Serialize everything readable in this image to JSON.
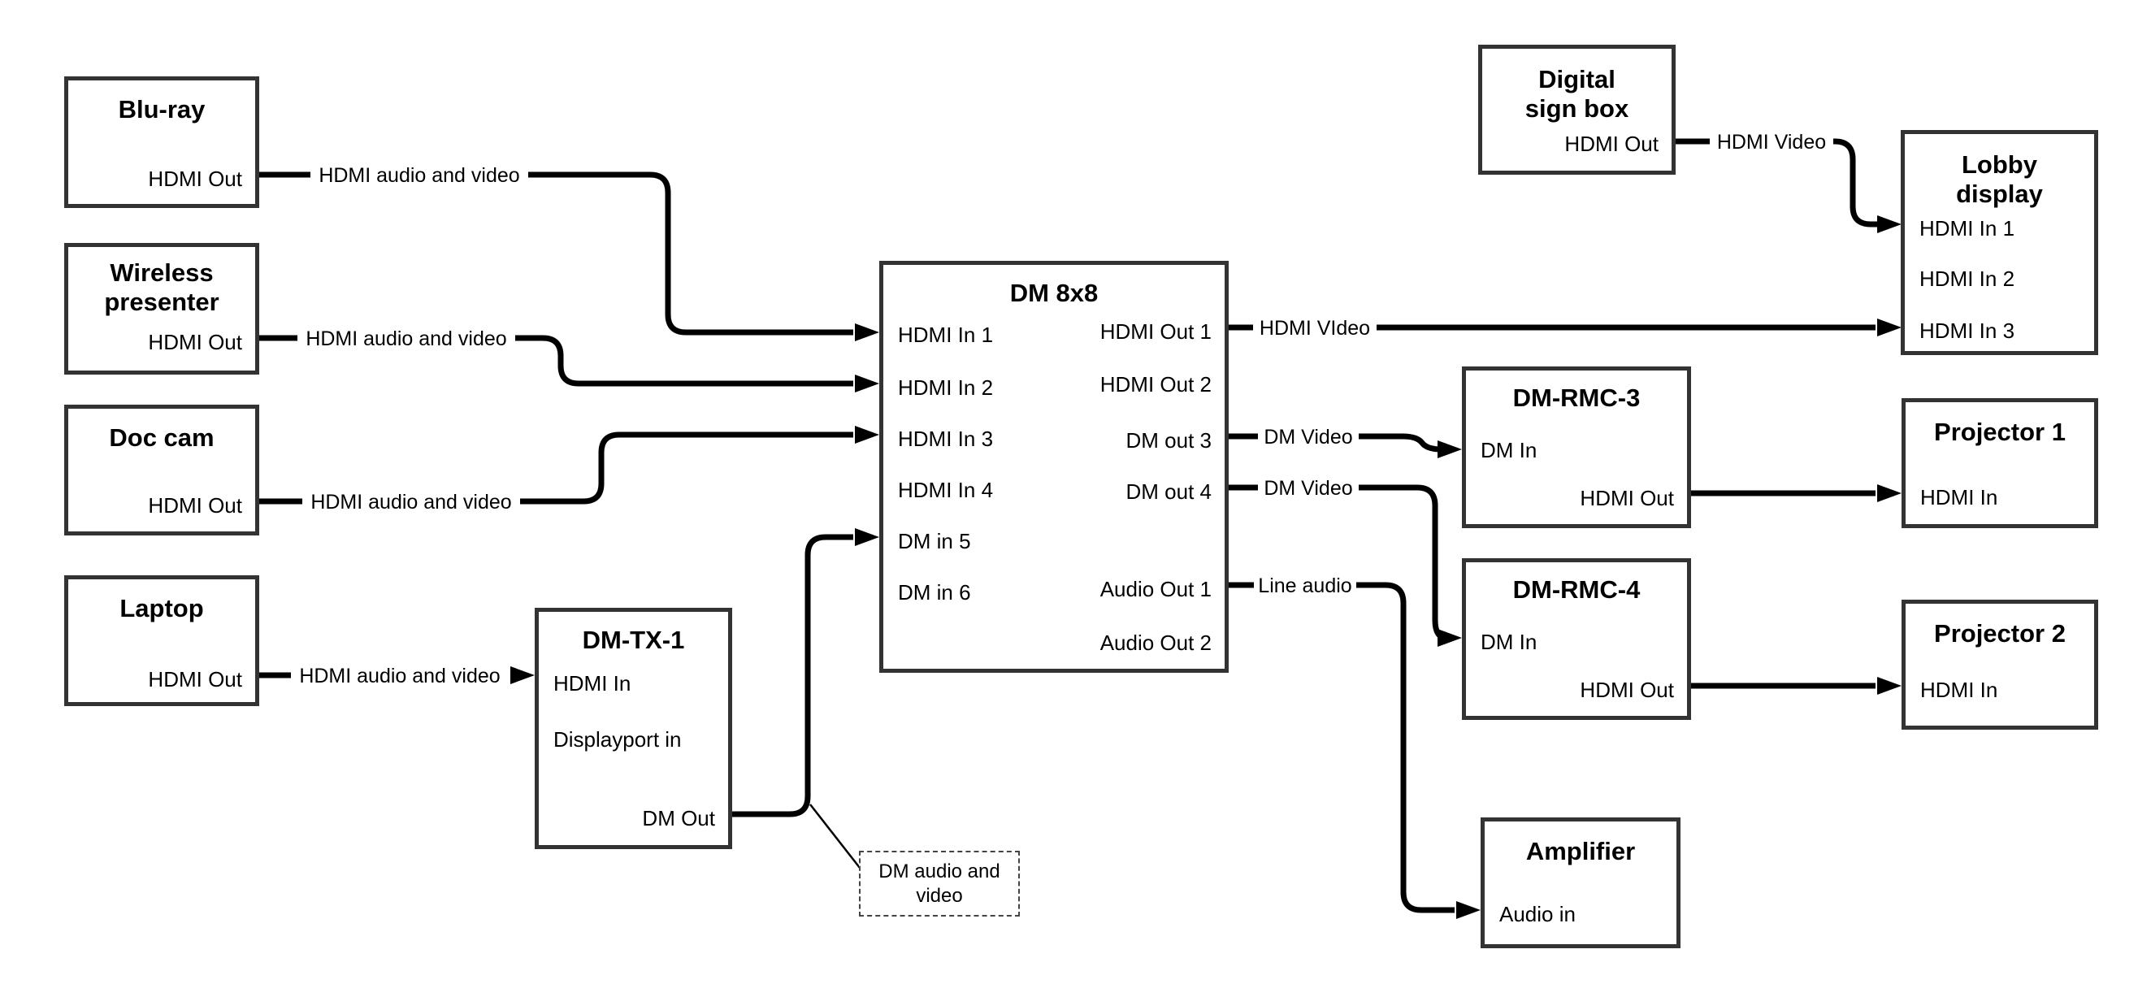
{
  "diagram_type": "av-signal-flow-diagram",
  "colors": {
    "background": "#ffffff",
    "box_border": "#333333",
    "wire": "#000000",
    "text": "#000000",
    "annotation_border": "#444444"
  },
  "boxes": {
    "blu_ray": {
      "title": "Blu-ray",
      "ports": [
        {
          "label": "HDMI Out"
        }
      ]
    },
    "wireless_presenter": {
      "title": "Wireless presenter",
      "ports": [
        {
          "label": "HDMI Out"
        }
      ]
    },
    "doc_cam": {
      "title": "Doc cam",
      "ports": [
        {
          "label": "HDMI Out"
        }
      ]
    },
    "laptop": {
      "title": "Laptop",
      "ports": [
        {
          "label": "HDMI Out"
        }
      ]
    },
    "dm_tx_1": {
      "title": "DM-TX-1",
      "ports": [
        {
          "label": "HDMI In"
        },
        {
          "label": "Displayport in"
        },
        {
          "label": "DM Out"
        }
      ]
    },
    "dm_8x8": {
      "title": "DM 8x8",
      "ports_left": [
        {
          "label": "HDMI In 1"
        },
        {
          "label": "HDMI In 2"
        },
        {
          "label": "HDMI In 3"
        },
        {
          "label": "HDMI In 4"
        },
        {
          "label": "DM in 5"
        },
        {
          "label": "DM in 6"
        }
      ],
      "ports_right": [
        {
          "label": "HDMI Out 1"
        },
        {
          "label": "HDMI Out 2"
        },
        {
          "label": "DM out 3"
        },
        {
          "label": "DM out 4"
        },
        {
          "label": "Audio Out 1"
        },
        {
          "label": "Audio Out 2"
        }
      ]
    },
    "digital_sign_box": {
      "title": "Digital sign box",
      "ports": [
        {
          "label": "HDMI Out"
        }
      ]
    },
    "lobby_display": {
      "title": "Lobby display",
      "ports": [
        {
          "label": "HDMI In 1"
        },
        {
          "label": "HDMI In 2"
        },
        {
          "label": "HDMI In 3"
        }
      ]
    },
    "dm_rmc_3": {
      "title": "DM-RMC-3",
      "ports": [
        {
          "label": "DM In"
        },
        {
          "label": "HDMI Out"
        }
      ]
    },
    "projector_1": {
      "title": "Projector 1",
      "ports": [
        {
          "label": "HDMI In"
        }
      ]
    },
    "dm_rmc_4": {
      "title": "DM-RMC-4",
      "ports": [
        {
          "label": "DM In"
        },
        {
          "label": "HDMI Out"
        }
      ]
    },
    "projector_2": {
      "title": "Projector 2",
      "ports": [
        {
          "label": "HDMI In"
        }
      ]
    },
    "amplifier": {
      "title": "Amplifier",
      "ports": [
        {
          "label": "Audio in"
        }
      ]
    }
  },
  "wire_labels": {
    "bluray_feed": "HDMI audio and video",
    "wireless_feed": "HDMI audio and video",
    "doccam_feed": "HDMI audio and video",
    "laptop_feed": "HDMI audio and video",
    "hdmi_out1_feed": "HDMI VIdeo",
    "digital_sign_feed": "HDMI Video",
    "dm_out3_feed": "DM Video",
    "dm_out4_feed": "DM Video",
    "audio_out1_feed": "Line audio"
  },
  "annotation": {
    "text": "DM audio and video"
  },
  "connections": [
    {
      "from": "Blu-ray",
      "from_port": "HDMI Out",
      "to": "DM 8x8",
      "to_port": "HDMI In 1",
      "label": "HDMI audio and video"
    },
    {
      "from": "Wireless presenter",
      "from_port": "HDMI Out",
      "to": "DM 8x8",
      "to_port": "HDMI In 2",
      "label": "HDMI audio and video"
    },
    {
      "from": "Doc cam",
      "from_port": "HDMI Out",
      "to": "DM 8x8",
      "to_port": "HDMI In 3",
      "label": "HDMI audio and video"
    },
    {
      "from": "Laptop",
      "from_port": "HDMI Out",
      "to": "DM-TX-1",
      "to_port": "HDMI In",
      "label": "HDMI audio and video"
    },
    {
      "from": "DM-TX-1",
      "from_port": "DM Out",
      "to": "DM 8x8",
      "to_port": "DM in 5",
      "label": "DM audio and video"
    },
    {
      "from": "DM 8x8",
      "from_port": "HDMI Out 1",
      "to": "Lobby display",
      "to_port": "HDMI In 3",
      "label": "HDMI VIdeo"
    },
    {
      "from": "Digital sign box",
      "from_port": "HDMI Out",
      "to": "Lobby display",
      "to_port": "HDMI In 1",
      "label": "HDMI Video"
    },
    {
      "from": "DM 8x8",
      "from_port": "DM out 3",
      "to": "DM-RMC-3",
      "to_port": "DM In",
      "label": "DM Video"
    },
    {
      "from": "DM 8x8",
      "from_port": "DM out 4",
      "to": "DM-RMC-4",
      "to_port": "DM In",
      "label": "DM Video"
    },
    {
      "from": "DM 8x8",
      "from_port": "Audio Out 1",
      "to": "Amplifier",
      "to_port": "Audio in",
      "label": "Line audio"
    },
    {
      "from": "DM-RMC-3",
      "from_port": "HDMI Out",
      "to": "Projector 1",
      "to_port": "HDMI In",
      "label": ""
    },
    {
      "from": "DM-RMC-4",
      "from_port": "HDMI Out",
      "to": "Projector 2",
      "to_port": "HDMI In",
      "label": ""
    }
  ]
}
